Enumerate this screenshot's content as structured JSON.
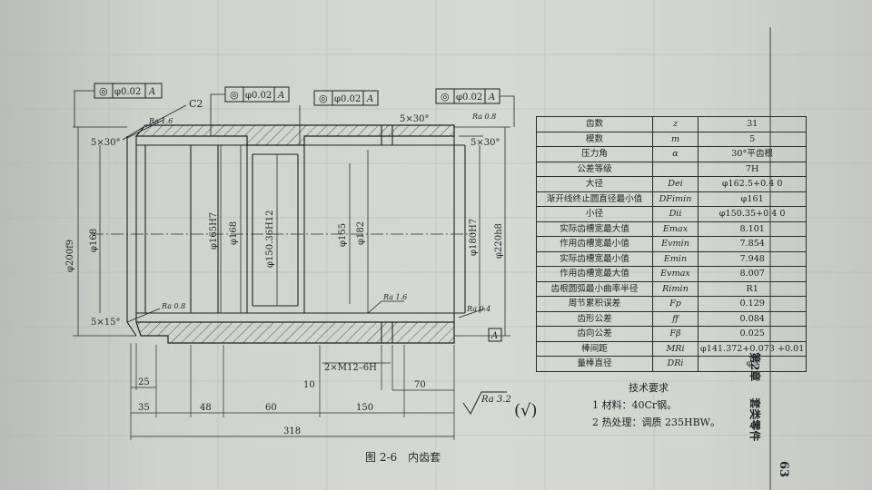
{
  "tolerance_frames": [
    {
      "symbol": "◎",
      "value": "φ0.02",
      "datum": "A"
    },
    {
      "symbol": "◎",
      "value": "φ0.02",
      "datum": "A"
    },
    {
      "symbol": "◎",
      "value": "φ0.02",
      "datum": "A"
    },
    {
      "symbol": "◎",
      "value": "φ0.02",
      "datum": "A"
    }
  ],
  "roughness": {
    "ra16a": "Ra 1.6",
    "ra08a": "Ra 0.8",
    "ra08b": "Ra 0.8",
    "ra16b": "Ra 1.6",
    "ra04": "Ra 0.4",
    "general": "Ra 3.2",
    "general_mark": "(√)"
  },
  "chamfers": {
    "c2": "C2",
    "left_top": "5×30°",
    "mid_top": "5×30°",
    "right_top": "5×30°",
    "left_bottom": "5×15°"
  },
  "diameters": [
    "φ200f9",
    "φ168",
    "φ165H7",
    "φ168",
    "φ150.36H12",
    "φ155",
    "φ182",
    "φ180H7",
    "φ220h8"
  ],
  "thread": "2×M12–6H",
  "datum_label": "A",
  "dimensions": {
    "d25": "25",
    "d35": "35",
    "d48": "48",
    "d60": "60",
    "d10": "10",
    "d150": "150",
    "d70": "70",
    "d318": "318"
  },
  "caption": "图 2-6　内齿套",
  "spec_table": [
    {
      "name": "齿数",
      "symbol": "z",
      "value": "31"
    },
    {
      "name": "模数",
      "symbol": "m",
      "value": "5"
    },
    {
      "name": "压力角",
      "symbol": "α",
      "value": "30°平齿根"
    },
    {
      "name": "公差等级",
      "symbol": "",
      "value": "7H"
    },
    {
      "name": "大径",
      "symbol": "Dei",
      "value": "φ162.5+0.4 0"
    },
    {
      "name": "渐开线终止圆直径最小值",
      "symbol": "DFimin",
      "value": "φ161"
    },
    {
      "name": "小径",
      "symbol": "Dii",
      "value": "φ150.35+0.4 0"
    },
    {
      "name": "实际齿槽宽最大值",
      "symbol": "Emax",
      "value": "8.101"
    },
    {
      "name": "作用齿槽宽最小值",
      "symbol": "Evmin",
      "value": "7.854"
    },
    {
      "name": "实际齿槽宽最小值",
      "symbol": "Emin",
      "value": "7.948"
    },
    {
      "name": "作用齿槽宽最大值",
      "symbol": "Evmax",
      "value": "8.007"
    },
    {
      "name": "齿根圆弧最小曲率半径",
      "symbol": "Rimin",
      "value": "R1"
    },
    {
      "name": "周节累积误差",
      "symbol": "Fp",
      "value": "0.129"
    },
    {
      "name": "齿形公差",
      "symbol": "ff",
      "value": "0.084"
    },
    {
      "name": "齿向公差",
      "symbol": "Fβ",
      "value": "0.025"
    },
    {
      "name": "棒间距",
      "symbol": "MRi",
      "value": "φ141.372+0.073 +0.01"
    },
    {
      "name": "量棒直径",
      "symbol": "DRi",
      "value": "φ9"
    }
  ],
  "tech_requirements": {
    "title": "技术要求",
    "items": [
      "1 材料：40Cr钢。",
      "2 热处理：调质 235HBW。"
    ]
  },
  "chapter_label": {
    "chapter": "第2章",
    "title": "套类零件"
  },
  "page_number": "63"
}
